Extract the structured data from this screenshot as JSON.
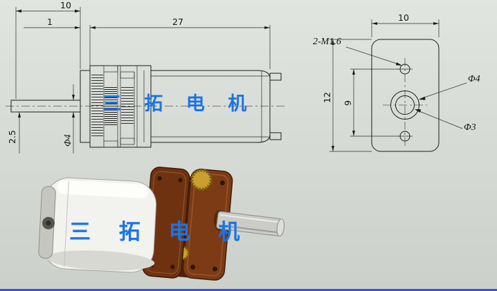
{
  "title": "gear-motor-cad-drawing",
  "colors": {
    "background": "#d6dad5",
    "line": "#1b1b1b",
    "watermark_blue": "#1b74e6",
    "gearbox_brown": "#7c3b15",
    "gear_brass": "#c49a2e",
    "motor_silver": "#f2f2ef",
    "shaft_gray": "#cbcbc7",
    "window_edge_blue": "#2b59d6"
  },
  "watermark": {
    "text": "三 拓 电 机"
  },
  "side_view": {
    "dim_shaft_len": "10",
    "dim_plate": "1",
    "dim_body_len": "27",
    "dim_offset": "2.5",
    "dim_shaft_dia": "Φ4"
  },
  "end_view": {
    "dim_width": "10",
    "dim_height": "12",
    "dim_hole_span": "9",
    "thread_callout": "2-M1.6",
    "dim_boss_dia": "Φ4",
    "dim_shaft_dia": "Φ3"
  }
}
